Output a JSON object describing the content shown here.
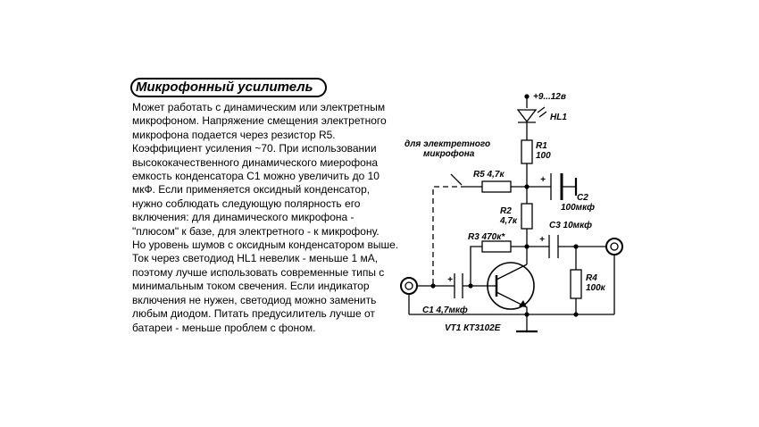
{
  "title": "Микрофонный усилитель",
  "description": [
    "Может  работать  с динамическим или электретным",
    "микрофоном. Напряжение смещения электретного",
    "микрофона подается через резистор R5.",
    "Коэффициент усиления ~70. При использовании",
    "высококачественного динамического миерофона",
    "емкость конденсатора С1 можно увеличить до 10",
    "мкФ. Если применяется оксидный конденсатор,",
    "нужно соблюдать следующую полярность его",
    "включения:   для динамического микрофона -",
    "\"плюсом\" к базе, для электретного - к микрофону.",
    "Но уровень шумов с оксидным конденсатором выше.",
    "Ток через светодиод HL1 невелик - меньше 1 мА,",
    "поэтому лучше использовать современные типы с",
    "минимальным током свечения. Если индикатор",
    "включения не нужен, светодиод можно заменить",
    "любым диодом. Питать предусилитель лучше от",
    "батареи - меньше проблем с фоном."
  ],
  "schematic": {
    "supply": "+9...12в",
    "hl1": "HL1",
    "r1_name": "R1",
    "r1_value": "100",
    "electret_note_1": "для электретного",
    "electret_note_2": "микрофона",
    "r5": "R5  4,7к",
    "c2_name": "C2",
    "c2_value": "100мкф",
    "r2_name": "R2",
    "r2_value": "4,7к",
    "c3": "C3  10мкф",
    "r3": "R3  470к*",
    "r4_name": "R4",
    "r4_value": "100к",
    "c1": "C1  4,7мкф",
    "vt1": "VT1  КТ3102Е",
    "plus_c1": "+",
    "plus_c2": "+",
    "plus_c3": "+"
  }
}
